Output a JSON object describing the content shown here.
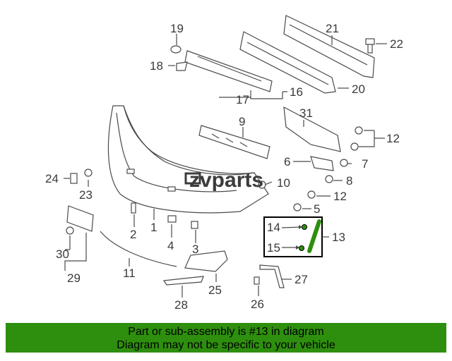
{
  "diagram": {
    "callouts": [
      "19",
      "21",
      "22",
      "18",
      "17",
      "16",
      "20",
      "9",
      "31",
      "12",
      "24",
      "6",
      "7",
      "23",
      "10",
      "8",
      "12",
      "5",
      "14",
      "13",
      "15",
      "2",
      "1",
      "4",
      "3",
      "30",
      "29",
      "11",
      "27",
      "25",
      "28",
      "26"
    ],
    "highlighted_part": "13",
    "highlight_color": "#2e8f0e",
    "watermark": "zvparts"
  },
  "banner": {
    "line1": "Part or sub-assembly is #13 in diagram",
    "line2": "Diagram may not be specific to your vehicle",
    "color": "#2e8f0e"
  }
}
